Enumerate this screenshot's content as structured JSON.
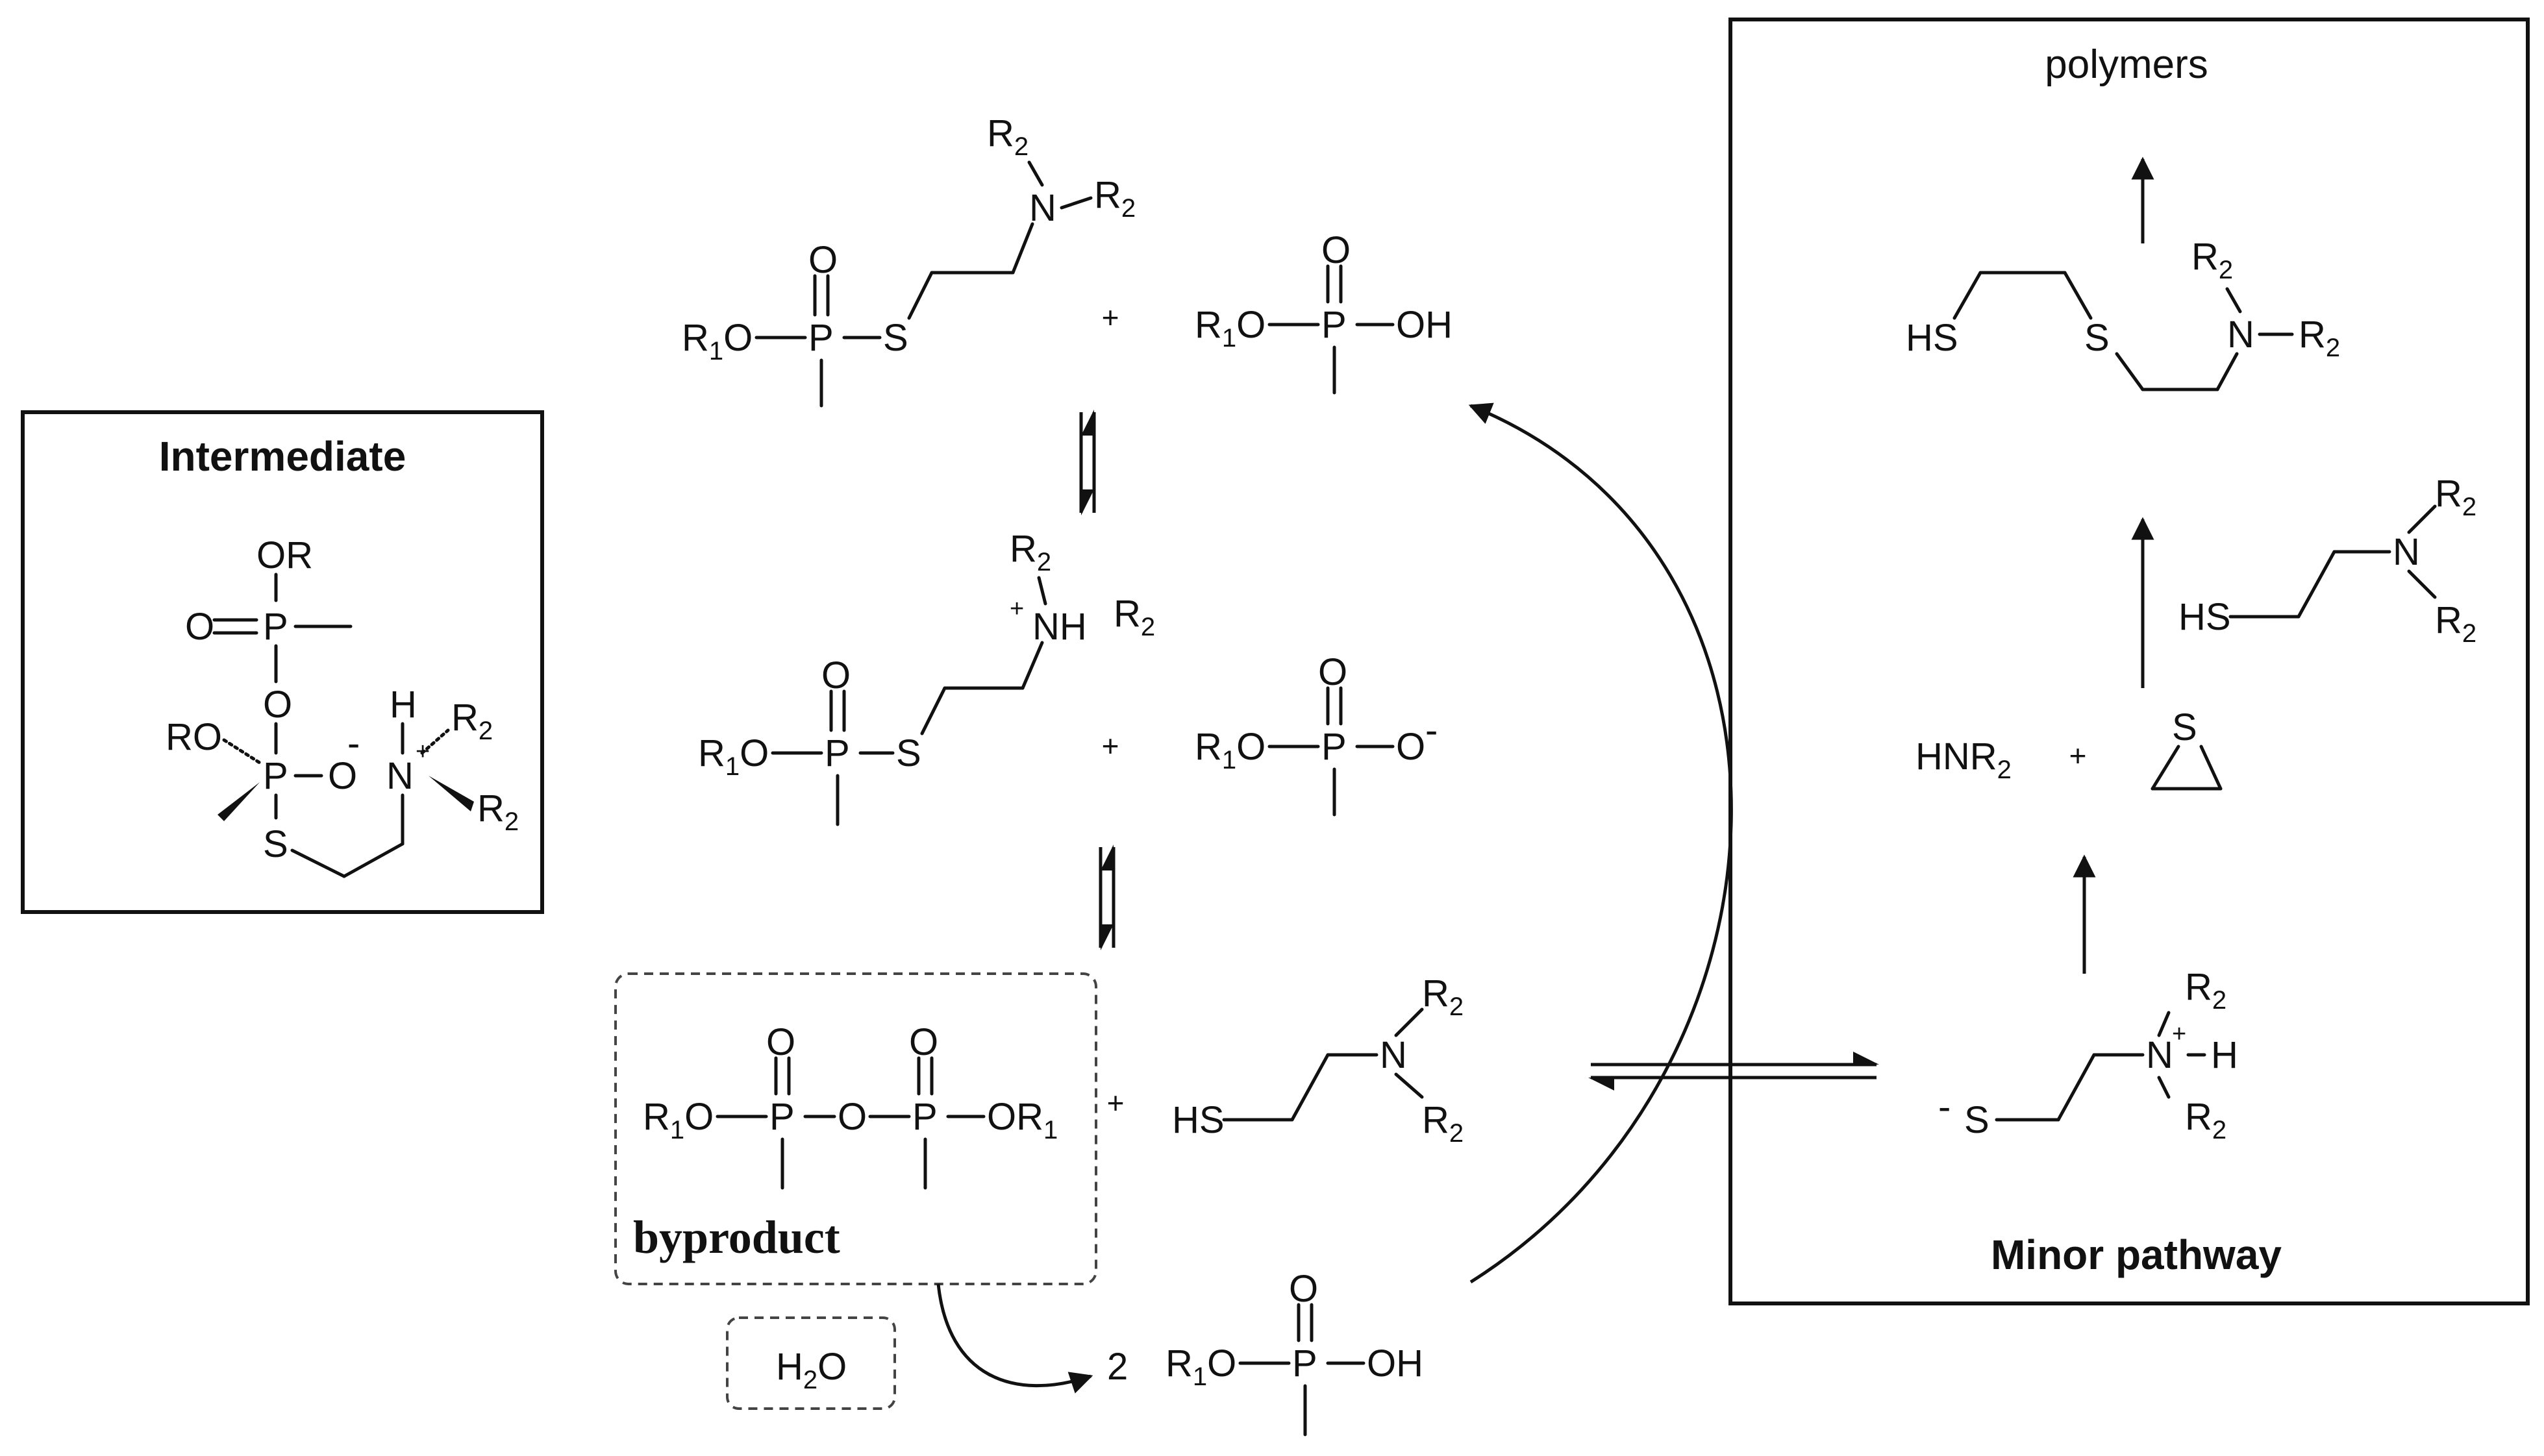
{
  "labels": {
    "intermediate": "Intermediate",
    "polymers": "polymers",
    "minor_pathway": "Minor pathway",
    "byproduct": "byproduct",
    "coefficient_2": "2",
    "plus": "+"
  },
  "atoms": {
    "R1O": "R1O",
    "R1O_part": "R",
    "R1O_sub": "1",
    "R1O_tail": "O",
    "P": "P",
    "S": "S",
    "O": "O",
    "OH": "OH",
    "N": "N",
    "R2_base": "R",
    "R2_sub": "2",
    "HS": "HS",
    "NH": "NH",
    "H": "H",
    "OR": "OR",
    "RO": "RO",
    "H2O_base": "H",
    "H2O_sub": "2",
    "H2O_tail": "O",
    "HNR2_base": "HNR",
    "minus": "-",
    "plus_charge": "+"
  },
  "colors": {
    "line": "#111111",
    "dashed_box": "#444444",
    "background": "#ffffff"
  }
}
